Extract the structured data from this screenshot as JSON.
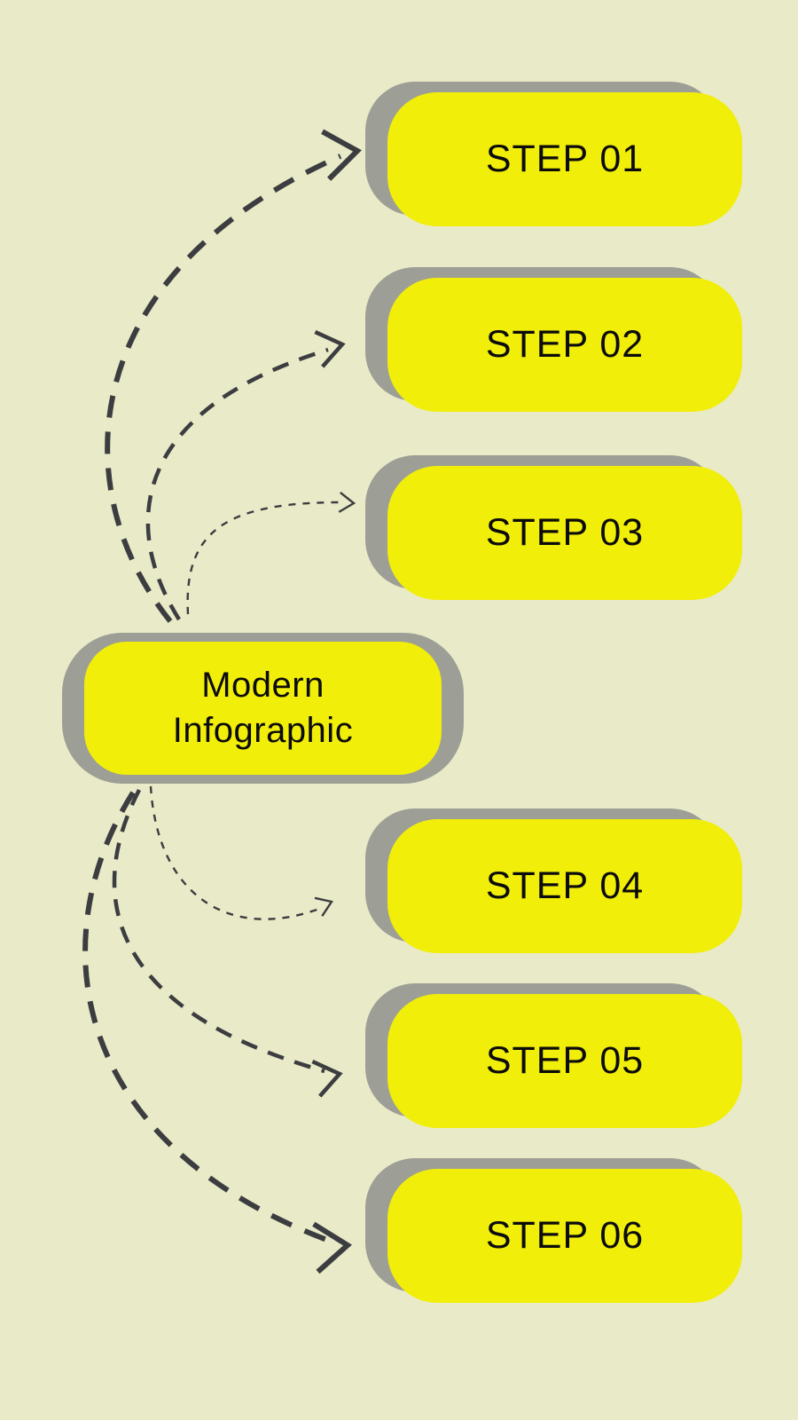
{
  "center": {
    "label_line1": "Modern",
    "label_line2": "Infographic"
  },
  "steps": [
    {
      "label": "STEP 01"
    },
    {
      "label": "STEP 02"
    },
    {
      "label": "STEP 03"
    },
    {
      "label": "STEP 04"
    },
    {
      "label": "STEP 05"
    },
    {
      "label": "STEP 06"
    }
  ],
  "colors": {
    "background": "#e9eac7",
    "box_yellow": "#f1ee0a",
    "shadow_gray": "#9d9e96",
    "arrow": "#3c3d40",
    "text": "#0b0b0b"
  }
}
